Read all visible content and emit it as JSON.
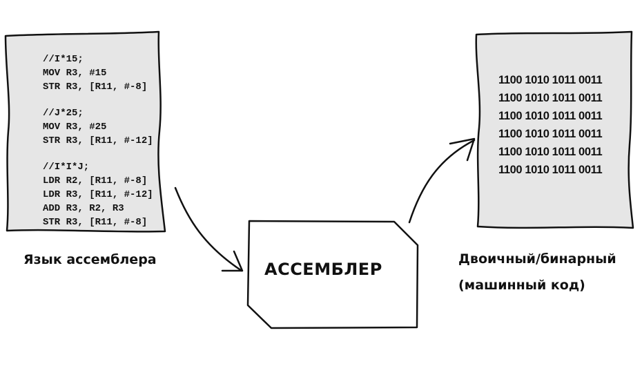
{
  "source": {
    "code_lines": [
      "//I*15;",
      "MOV R3, #15",
      "STR R3, [R11, #-8]",
      "",
      "//J*25;",
      "MOV R3, #25",
      "STR R3, [R11, #-12]",
      "",
      "//I*I*J;",
      "LDR R2, [R11, #-8]",
      "LDR R3, [R11, #-12]",
      "ADD R3, R2, R3",
      "STR R3, [R11, #-8]"
    ],
    "label": "Язык ассемблера"
  },
  "assembler": {
    "title": "АССЕМБЛЕР"
  },
  "output": {
    "binary_lines": [
      "1100 1010 1011 0011",
      "1100 1010 1011 0011",
      "1100 1010 1011 0011",
      "1100 1010 1011 0011",
      "1100 1010 1011 0011",
      "1100 1010 1011 0011"
    ],
    "label_line1": "Двоичный/бинарный",
    "label_line2": "(машинный код)"
  },
  "colors": {
    "paper": "#e6e6e6",
    "outline": "#111111",
    "box_fill": "#ffffff"
  }
}
